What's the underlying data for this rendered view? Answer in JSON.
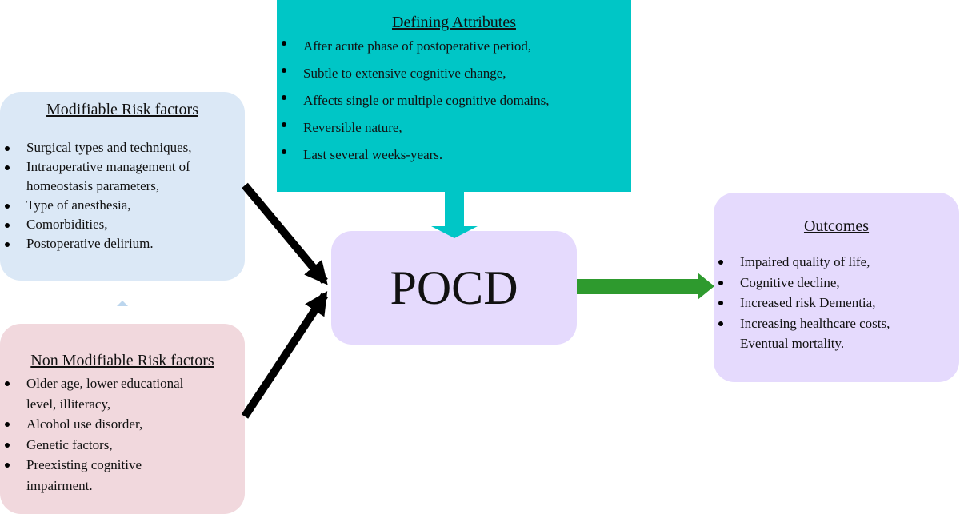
{
  "modifiable": {
    "title": "Modifiable Risk factors",
    "items": [
      "Surgical types and techniques,",
      "Intraoperative management of",
      "homeostasis parameters,",
      "Type of anesthesia,",
      "Comorbidities,",
      "Postoperative delirium."
    ]
  },
  "non_modifiable": {
    "title": "Non Modifiable Risk factors",
    "items": [
      "Older age, lower educational",
      "level, illiteracy,",
      "Alcohol use disorder,",
      "Genetic factors,",
      "Preexisting cognitive",
      "impairment."
    ]
  },
  "defining_attributes": {
    "title": "Defining Attributes",
    "items": [
      "After acute phase of postoperative period,",
      "Subtle to extensive cognitive change,",
      "Affects single or multiple cognitive domains,",
      "Reversible nature,",
      "Last several weeks-years."
    ]
  },
  "center": {
    "label": "POCD"
  },
  "outcomes": {
    "title": "Outcomes",
    "items": [
      "Impaired quality of life,",
      "Cognitive decline,",
      "Increased risk Dementia,",
      "Increasing healthcare costs,",
      "Eventual mortality."
    ]
  },
  "colors": {
    "modifiable_fill": "#dbe8f6",
    "non_modifiable_fill": "#f1d8dd",
    "attributes_fill": "#00c6c6",
    "pocd_fill": "#e5dafd",
    "outcomes_fill": "#e5dafd",
    "risk_arrow": "#000000",
    "outcome_arrow": "#2e9a2e",
    "attribute_arrow": "#00c6c6"
  }
}
